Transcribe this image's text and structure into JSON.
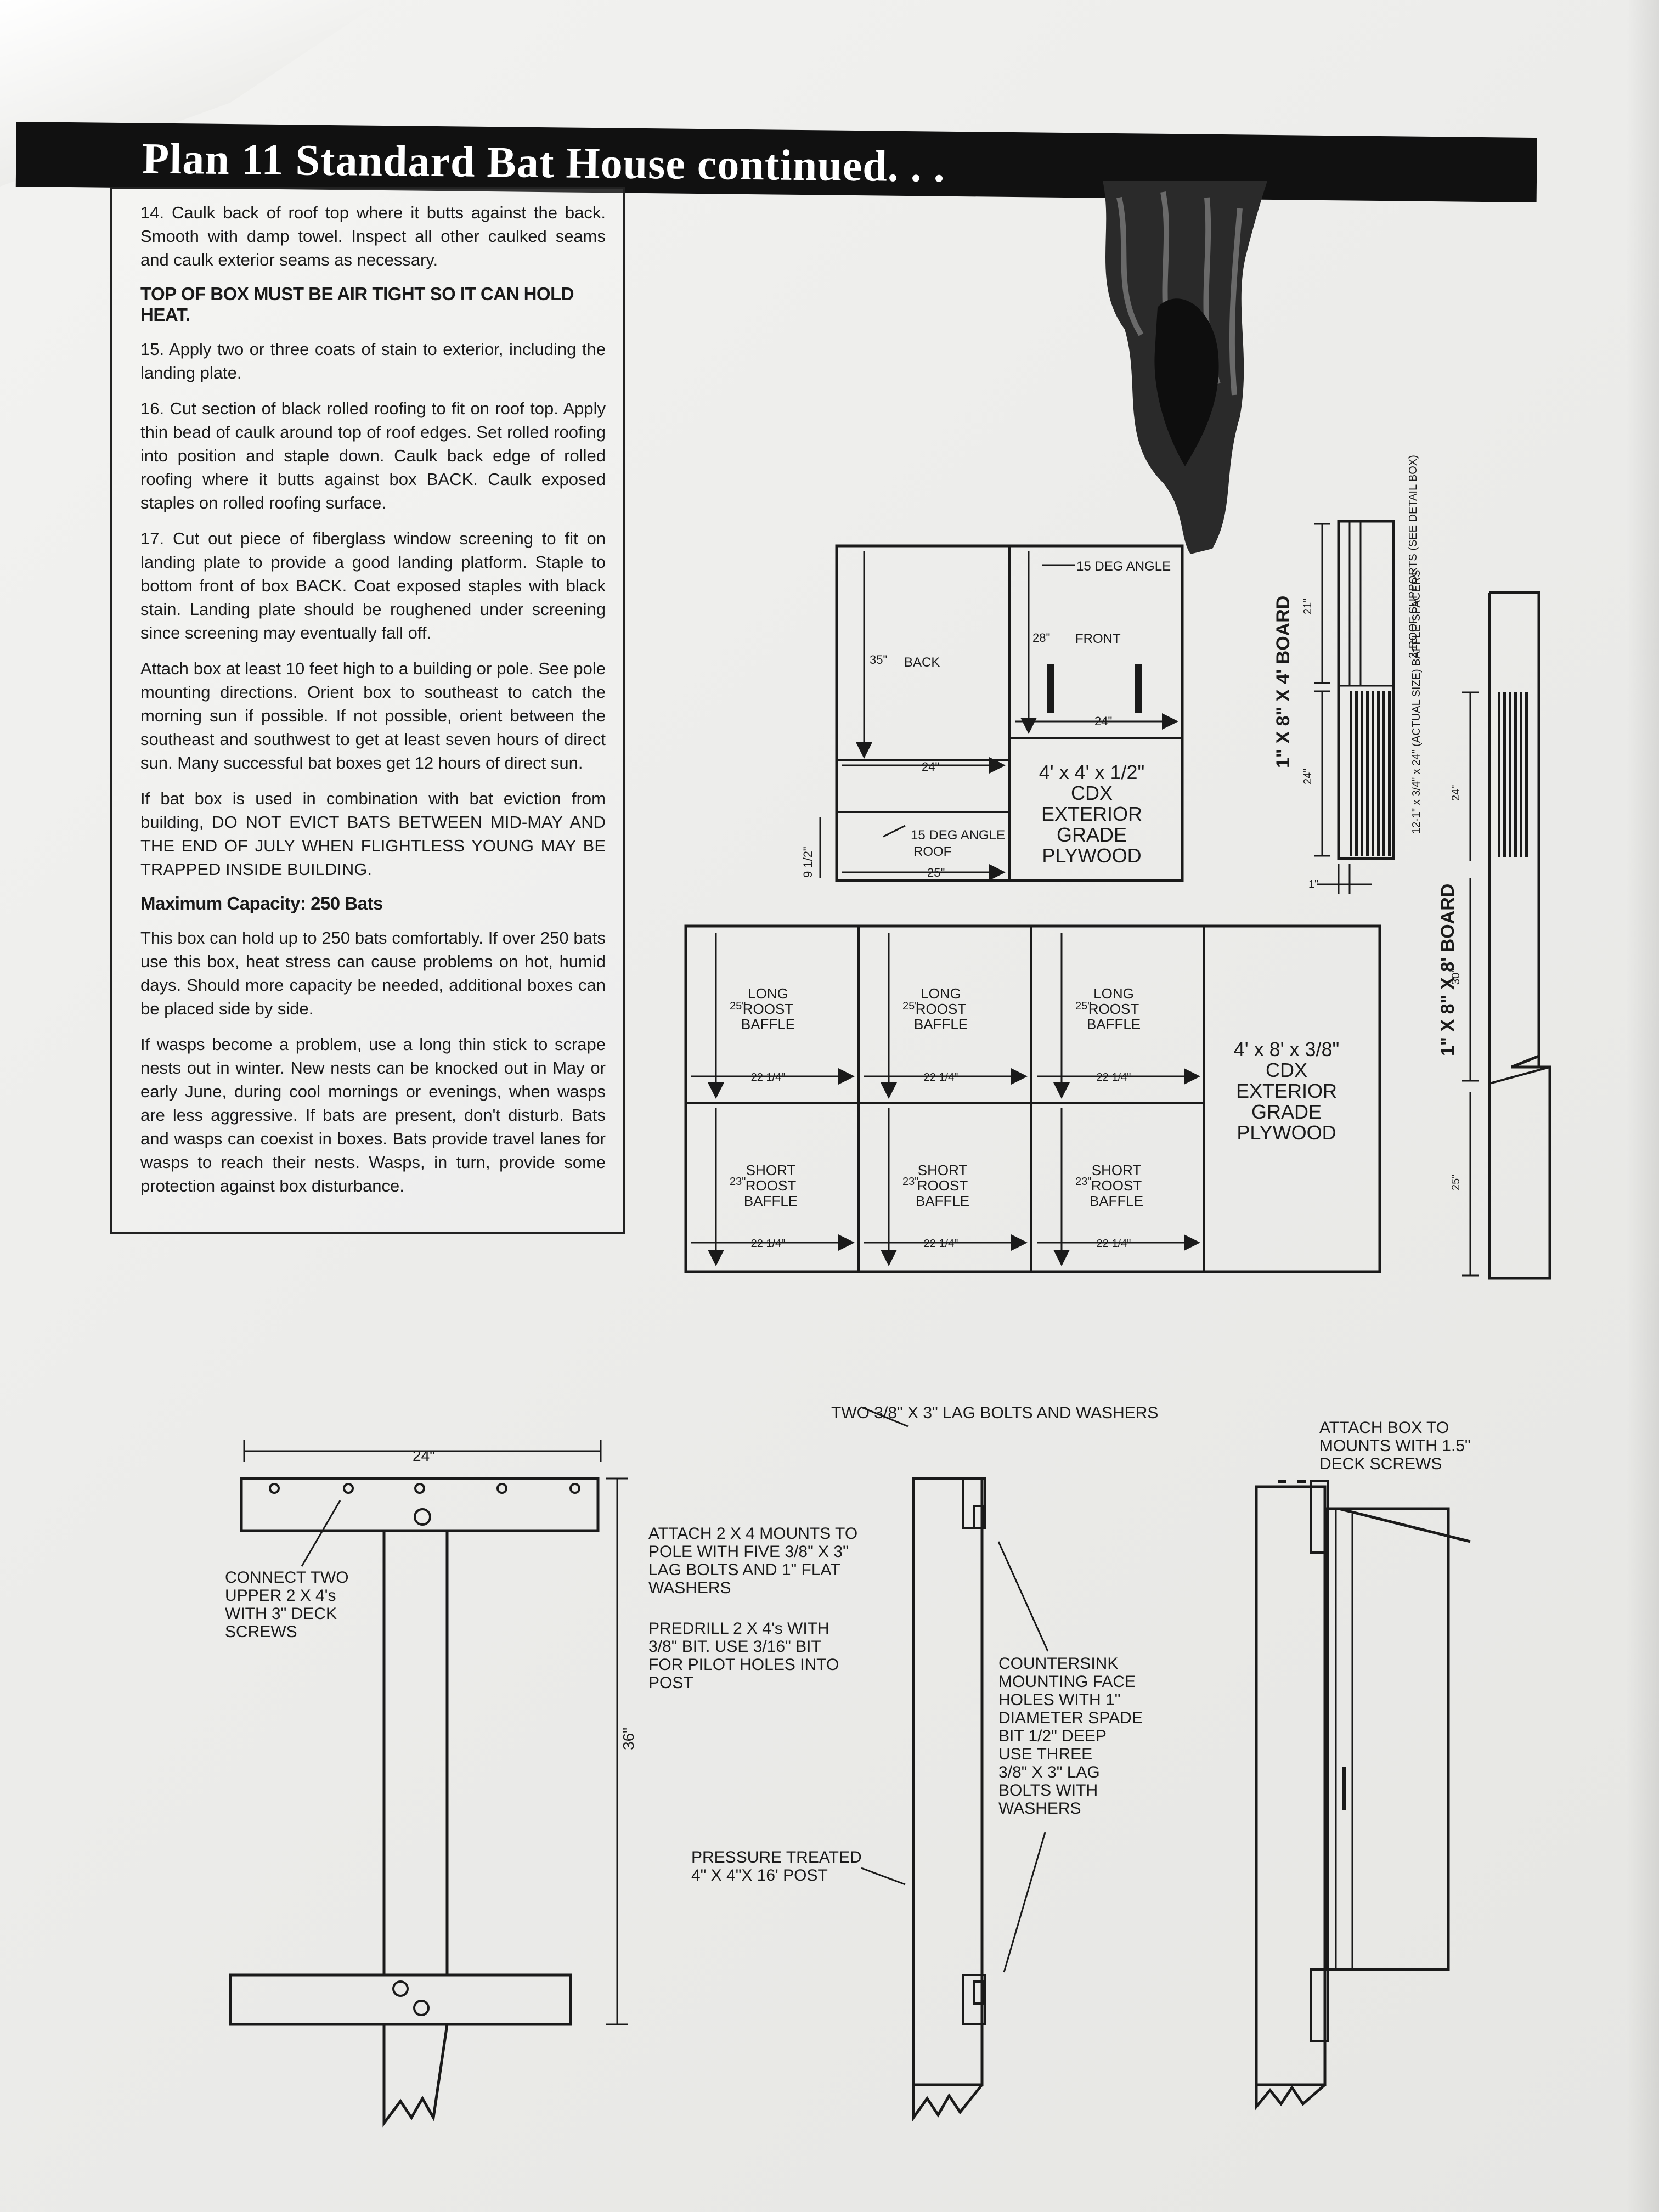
{
  "title": "Plan 11 Standard Bat House continued. . .",
  "instructions": {
    "step14": "14. Caulk back of roof top where it butts against the back. Smooth with damp towel. Inspect all other caulked seams and caulk exterior seams as necessary.",
    "warning": "TOP OF BOX MUST BE AIR TIGHT SO IT CAN HOLD HEAT.",
    "step15": "15. Apply two or three coats of stain to exterior, including the landing plate.",
    "step16": "16. Cut section of black rolled roofing to fit on roof top. Apply thin bead of caulk around top of roof edges. Set rolled roofing into position and staple down. Caulk back edge of rolled roofing where it butts against box BACK. Caulk exposed staples on rolled roofing surface.",
    "step17": "17. Cut out piece of fiberglass window screening to fit on landing plate to provide a good landing platform. Staple to bottom front of box BACK. Coat exposed staples with black stain. Landing plate should be roughened under screening since screening may eventually fall off.",
    "mounting": "Attach box at least 10 feet high to a building or pole. See pole mounting directions. Orient box to southeast to catch the morning sun if possible. If not possible, orient between the southeast and southwest to get at least seven hours of direct sun. Many successful bat boxes get 12 hours of direct sun.",
    "eviction": "If bat box is used in combination with bat eviction from building, DO NOT EVICT BATS BETWEEN MID-MAY AND THE END OF JULY WHEN FLIGHTLESS YOUNG MAY BE TRAPPED INSIDE BUILDING.",
    "capacity_heading": "Maximum Capacity: 250 Bats",
    "capacity": "This box can hold up to 250 bats comfortably. If over 250 bats use this box, heat stress can cause problems on hot, humid days. Should more capacity be needed, additional boxes can be placed side by side.",
    "wasps": "If wasps become a problem, use a long thin stick to scrape nests out in winter. New nests can be knocked out in May or early June, during cool mornings or evenings, when wasps are less aggressive. If bats are present, don't disturb. Bats and wasps can coexist in boxes. Bats provide travel lanes for wasps to reach their nests. Wasps, in turn, provide some protection against box disturbance."
  },
  "plywood_4x4": {
    "back": "BACK",
    "front": "FRONT",
    "roof": "ROOF",
    "angle_front": "15 DEG ANGLE",
    "angle_roof": "15 DEG ANGLE",
    "dim_24a": "24\"",
    "dim_24b": "24\"",
    "dim_25": "25\"",
    "dim_35": "35\"",
    "dim_28": "28\"",
    "dim_9": "9 1/2\"",
    "spec1": "4' x 4' x 1/2\"",
    "spec2": "CDX",
    "spec3": "EXTERIOR",
    "spec4": "GRADE",
    "spec5": "PLYWOOD"
  },
  "plywood_4x8": {
    "long": [
      "LONG",
      "ROOST",
      "BAFFLE"
    ],
    "short": [
      "SHORT",
      "ROOST",
      "BAFFLE"
    ],
    "width": "22 1/4\"",
    "long_h": "25\"",
    "short_h": "23\"",
    "spec1": "4' x 8' x 3/8\"",
    "spec2": "CDX",
    "spec3": "EXTERIOR",
    "spec4": "GRADE",
    "spec5": "PLYWOOD"
  },
  "boards": {
    "board1": "1\" X 8\" X 4' BOARD",
    "board2": "1\" X 8\" X 8' BOARD",
    "supports": "2-ROOF SUPPORTS (SEE DETAIL BOX)",
    "spacers": "12-1\" x 3/4\" x 24\" (ACTUAL SIZE) BAFFLE SPACERS",
    "dim_21": "21\"",
    "dim_24": "24\"",
    "dim_1": "1\"",
    "dim_24b": "24\"",
    "dim_30": "30\"",
    "dim_25": "25\""
  },
  "mounting": {
    "dim_24": "24\"",
    "dim_36": "36\"",
    "connect": [
      "CONNECT TWO",
      "UPPER 2 X 4's",
      "WITH 3\" DECK",
      "SCREWS"
    ],
    "attach_mounts": [
      "ATTACH 2 X 4 MOUNTS TO",
      "POLE WITH FIVE 3/8\" X 3\"",
      "LAG BOLTS AND 1\" FLAT",
      "WASHERS"
    ],
    "predrill": [
      "PREDRILL 2 X 4's WITH",
      "3/8\" BIT. USE 3/16\" BIT",
      "FOR PILOT HOLES INTO",
      "POST"
    ],
    "lag_bolts": "TWO 3/8\" X 3\" LAG BOLTS AND WASHERS",
    "countersink": [
      "COUNTERSINK",
      "MOUNTING FACE",
      "HOLES WITH 1\"",
      "DIAMETER SPADE",
      "BIT 1/2\" DEEP",
      "USE THREE",
      "3/8\" X 3\" LAG",
      "BOLTS WITH",
      "WASHERS"
    ],
    "post": [
      "PRESSURE TREATED",
      "4\" X 4\"X 16' POST"
    ],
    "attach_box": [
      "ATTACH BOX TO",
      "MOUNTS WITH 1.5\"",
      "DECK SCREWS"
    ]
  }
}
